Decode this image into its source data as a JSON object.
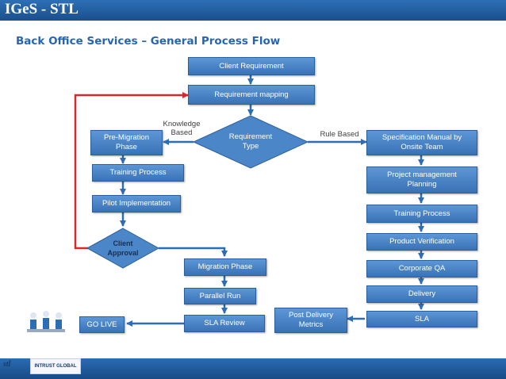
{
  "header": {
    "title": "IGeS - STL"
  },
  "page_title": "Back Office Services – General Process Flow",
  "nodes": {
    "client_requirement": "Client Requirement",
    "requirement_mapping": "Requirement mapping",
    "requirement_type": "Requirement\nType",
    "pre_migration_phase": "Pre-Migration\nPhase",
    "training_process_left": "Training Process",
    "pilot_implementation": "Pilot Implementation",
    "client_approval": "Client\nApproval",
    "migration_phase": "Migration Phase",
    "parallel_run": "Parallel Run",
    "sla_review": "SLA Review",
    "go_live": "GO LIVE",
    "post_delivery_metrics": "Post Delivery\nMetrics",
    "spec_manual": "Specification Manual by\nOnsite Team",
    "project_mgmt_planning": "Project management\nPlanning",
    "training_process_right": "Training Process",
    "product_verification": "Product Verification",
    "corporate_qa": "Corporate QA",
    "delivery": "Delivery",
    "sla": "SLA"
  },
  "edge_labels": {
    "knowledge_based": "Knowledge\nBased",
    "rule_based": "Rule Based"
  },
  "footer": {
    "logo_text": "INTRUST GLOBAL",
    "mark": "stl"
  },
  "colors": {
    "box": "#4a86c8",
    "arrow": "#2e6db4",
    "loop": "#d42a2a",
    "header": "#1f5ea3"
  }
}
